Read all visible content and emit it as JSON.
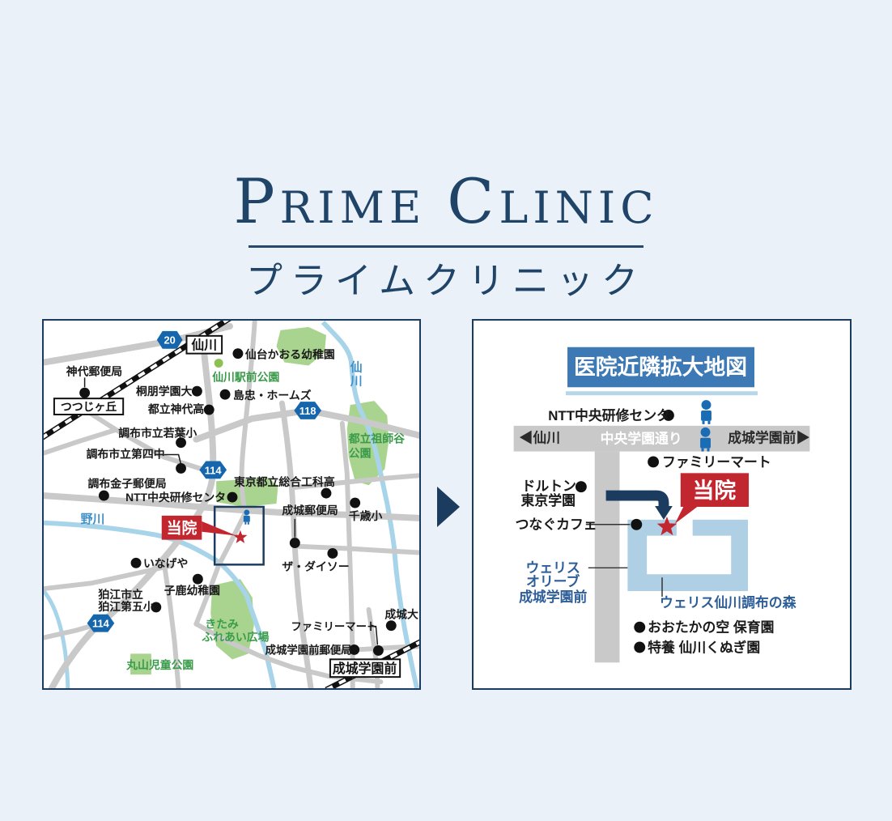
{
  "header": {
    "title_word1": "PRIME",
    "title_word2": "CLINIC",
    "subtitle": "プライムクリニック"
  },
  "colors": {
    "navy": "#1c3e5f",
    "red": "#c22730",
    "shield_blue": "#1566ad",
    "road_gray": "#c9c9c9",
    "river_blue": "#a8d4ea",
    "park_green": "#a9d48f",
    "park_text_green": "#3a9b4a",
    "building_blue": "#afcfe5",
    "heading_blue": "#3d7ab5",
    "signal_blue": "#1a6cb5",
    "label_blue": "#2d5e99",
    "river_text_blue": "#3f90c8"
  },
  "left_map": {
    "stations": [
      "仙川",
      "つつじヶ丘",
      "成城学園前"
    ],
    "shields": [
      "20",
      "118",
      "114",
      "114"
    ],
    "rivers": [
      "仙川",
      "野川"
    ],
    "parks": [
      "仙川駅前公園",
      "都立祖師谷",
      "公園",
      "きたみ",
      "ふれあい広場",
      "丸山児童公園"
    ],
    "pois": [
      "神代郵便局",
      "仙台かおる幼稚園",
      "桐朋学園大",
      "島忠・ホームズ",
      "都立神代高",
      "調布市立若葉小",
      "調布市立第四中",
      "調布金子郵便局",
      "NTT中央研修センタ",
      "東京都立総合工科高",
      "成城郵便局",
      "千歳小",
      "いなげや",
      "ザ・ダイソー",
      "子鹿幼稚園",
      "狛江市立",
      "狛江第五小",
      "ファミリーマート",
      "成城大",
      "成城学園前郵便局"
    ],
    "clinic_label": "当院"
  },
  "right_map": {
    "title": "医院近隣拡大地図",
    "direction_left": "◀仙川",
    "road_name": "中央学園通り",
    "direction_right": "成城学園前▶",
    "pois": [
      "NTT中央研修センタ",
      "ファミリーマート",
      "ドルトン",
      "東京学園",
      "つなぐカフェ",
      "おおたかの空 保育園",
      "特養 仙川くぬぎ園"
    ],
    "building_lines": [
      "ウェリス",
      "オリーブ",
      "成城学園前"
    ],
    "building_name": "ウェリス仙川調布の森",
    "clinic_label": "当院"
  }
}
